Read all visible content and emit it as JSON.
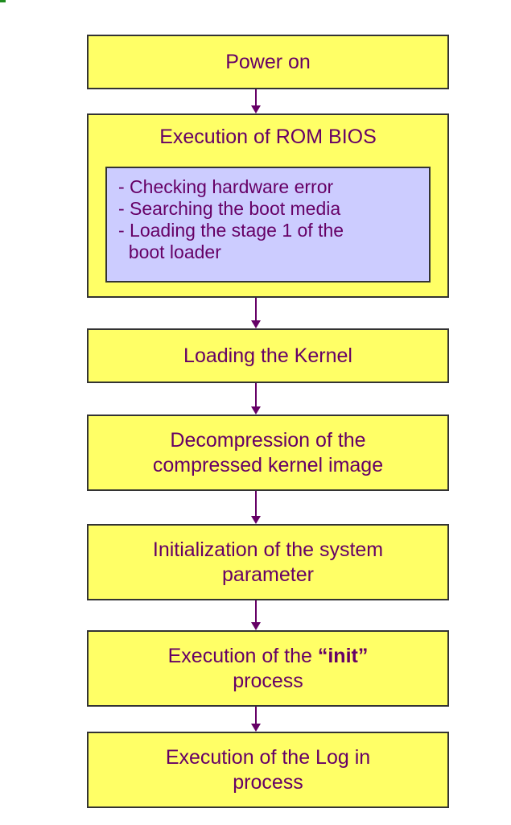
{
  "diagram": {
    "steps": [
      {
        "lines": [
          "Power on"
        ]
      },
      {
        "title": "Execution of ROM BIOS",
        "details": [
          "- Checking hardware error",
          "- Searching the boot media",
          "- Loading the stage 1 of the",
          "  boot loader"
        ]
      },
      {
        "lines": [
          "Loading the Kernel"
        ]
      },
      {
        "lines": [
          "Decompression of the",
          "compressed kernel image"
        ]
      },
      {
        "lines": [
          "Initialization of the system",
          "parameter"
        ]
      },
      {
        "prefix": "Execution of the ",
        "emphasis": "“init”",
        "line2": "process"
      },
      {
        "lines": [
          "Execution of the Log in",
          "process"
        ]
      }
    ]
  },
  "colors": {
    "box_fill": "#ffff66",
    "inner_fill": "#ccccff",
    "text": "#660066",
    "border": "#333333",
    "arrow": "#660066"
  }
}
